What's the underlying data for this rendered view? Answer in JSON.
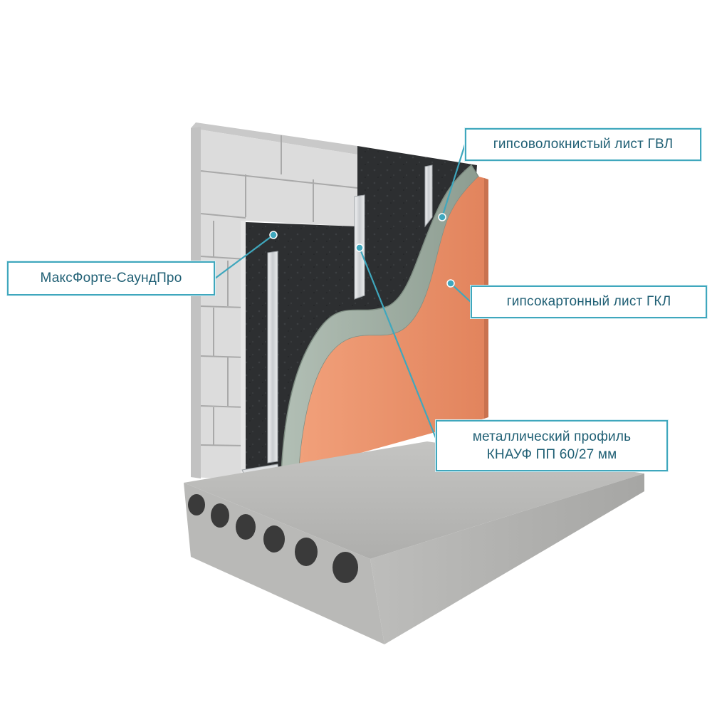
{
  "labels": {
    "gvl": "гипсоволокнистый лист ГВЛ",
    "soundpro": "МаксФорте-СаундПро",
    "gkl": "гипсокартонный лист ГКЛ",
    "profile_line1": "металлический профиль",
    "profile_line2": "КНАУФ ПП 60/27 мм"
  },
  "colors": {
    "callout_border": "#3fa7bd",
    "callout_text": "#1f5f74",
    "brick": "#dcdcdc",
    "membrane": "#2c2e30",
    "gypsum_fiber": "#9aaa9e",
    "drywall": "#e6906a",
    "concrete": "#b5b5b3",
    "profile": "#d9dcde"
  }
}
